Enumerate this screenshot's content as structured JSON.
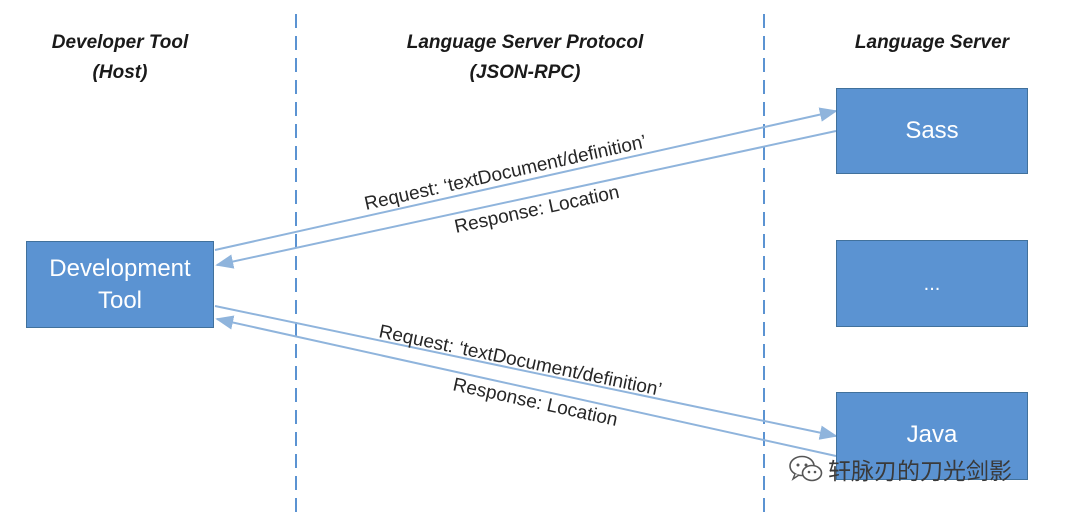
{
  "columns": {
    "host": {
      "line1": "Developer Tool",
      "line2": "(Host)"
    },
    "protocol": {
      "line1": "Language Server Protocol",
      "line2": "(JSON-RPC)"
    },
    "server": {
      "line1": "Language Server"
    }
  },
  "boxes": {
    "dev_tool": {
      "line1": "Development",
      "line2": "Tool"
    },
    "sass": {
      "label": "Sass"
    },
    "ellipsis": {
      "label": "..."
    },
    "java": {
      "label": "Java"
    }
  },
  "arrows": {
    "sass_request": "Request: ‘textDocument/definition’",
    "sass_response": "Response: Location",
    "java_request": "Request: ‘textDocument/definition’",
    "java_response": "Response: Location"
  },
  "watermark": {
    "text": "轩脉刃的刀光剑影",
    "icon": "wechat-icon"
  },
  "colors": {
    "box_fill": "#5b93d2",
    "box_border": "#41719c",
    "arrow": "#8fb4dc",
    "divider": "#5b93d2"
  }
}
